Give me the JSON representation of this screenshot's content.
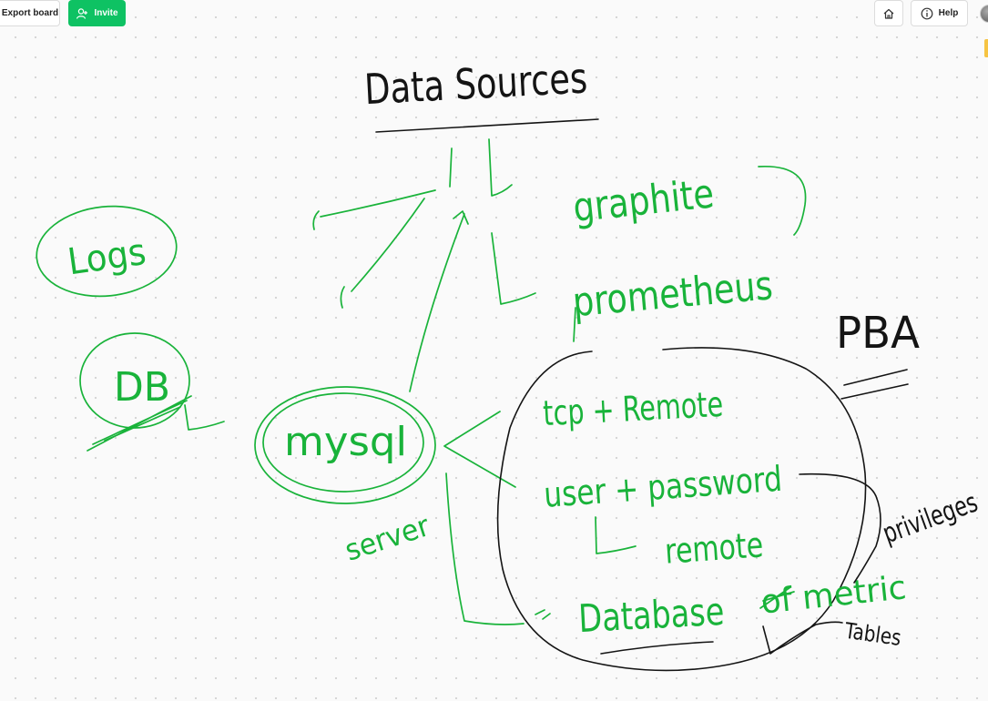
{
  "toolbar": {
    "export_label": "Export board",
    "invite_label": "Invite",
    "help_label": "Help",
    "home_icon": "home-icon",
    "invite_icon": "add-user-icon",
    "help_icon": "info-icon"
  },
  "colors": {
    "invite_button": "#0ec263",
    "ink_green": "#19b33a",
    "ink_black": "#141414",
    "canvas": "#fafafa"
  },
  "whiteboard": {
    "title": "Data Sources",
    "sources": [
      "graphite",
      "prometheus"
    ],
    "left_items": [
      "Logs",
      "DB"
    ],
    "server_node": "mysql",
    "server_caption": "server",
    "pba_label": "PBA",
    "details": {
      "tcp": "tcp + Remote",
      "user": "user + password",
      "remote": "remote",
      "database": "Database",
      "metric": "of metric",
      "privileges": "privileges",
      "tables": "Tables"
    }
  }
}
